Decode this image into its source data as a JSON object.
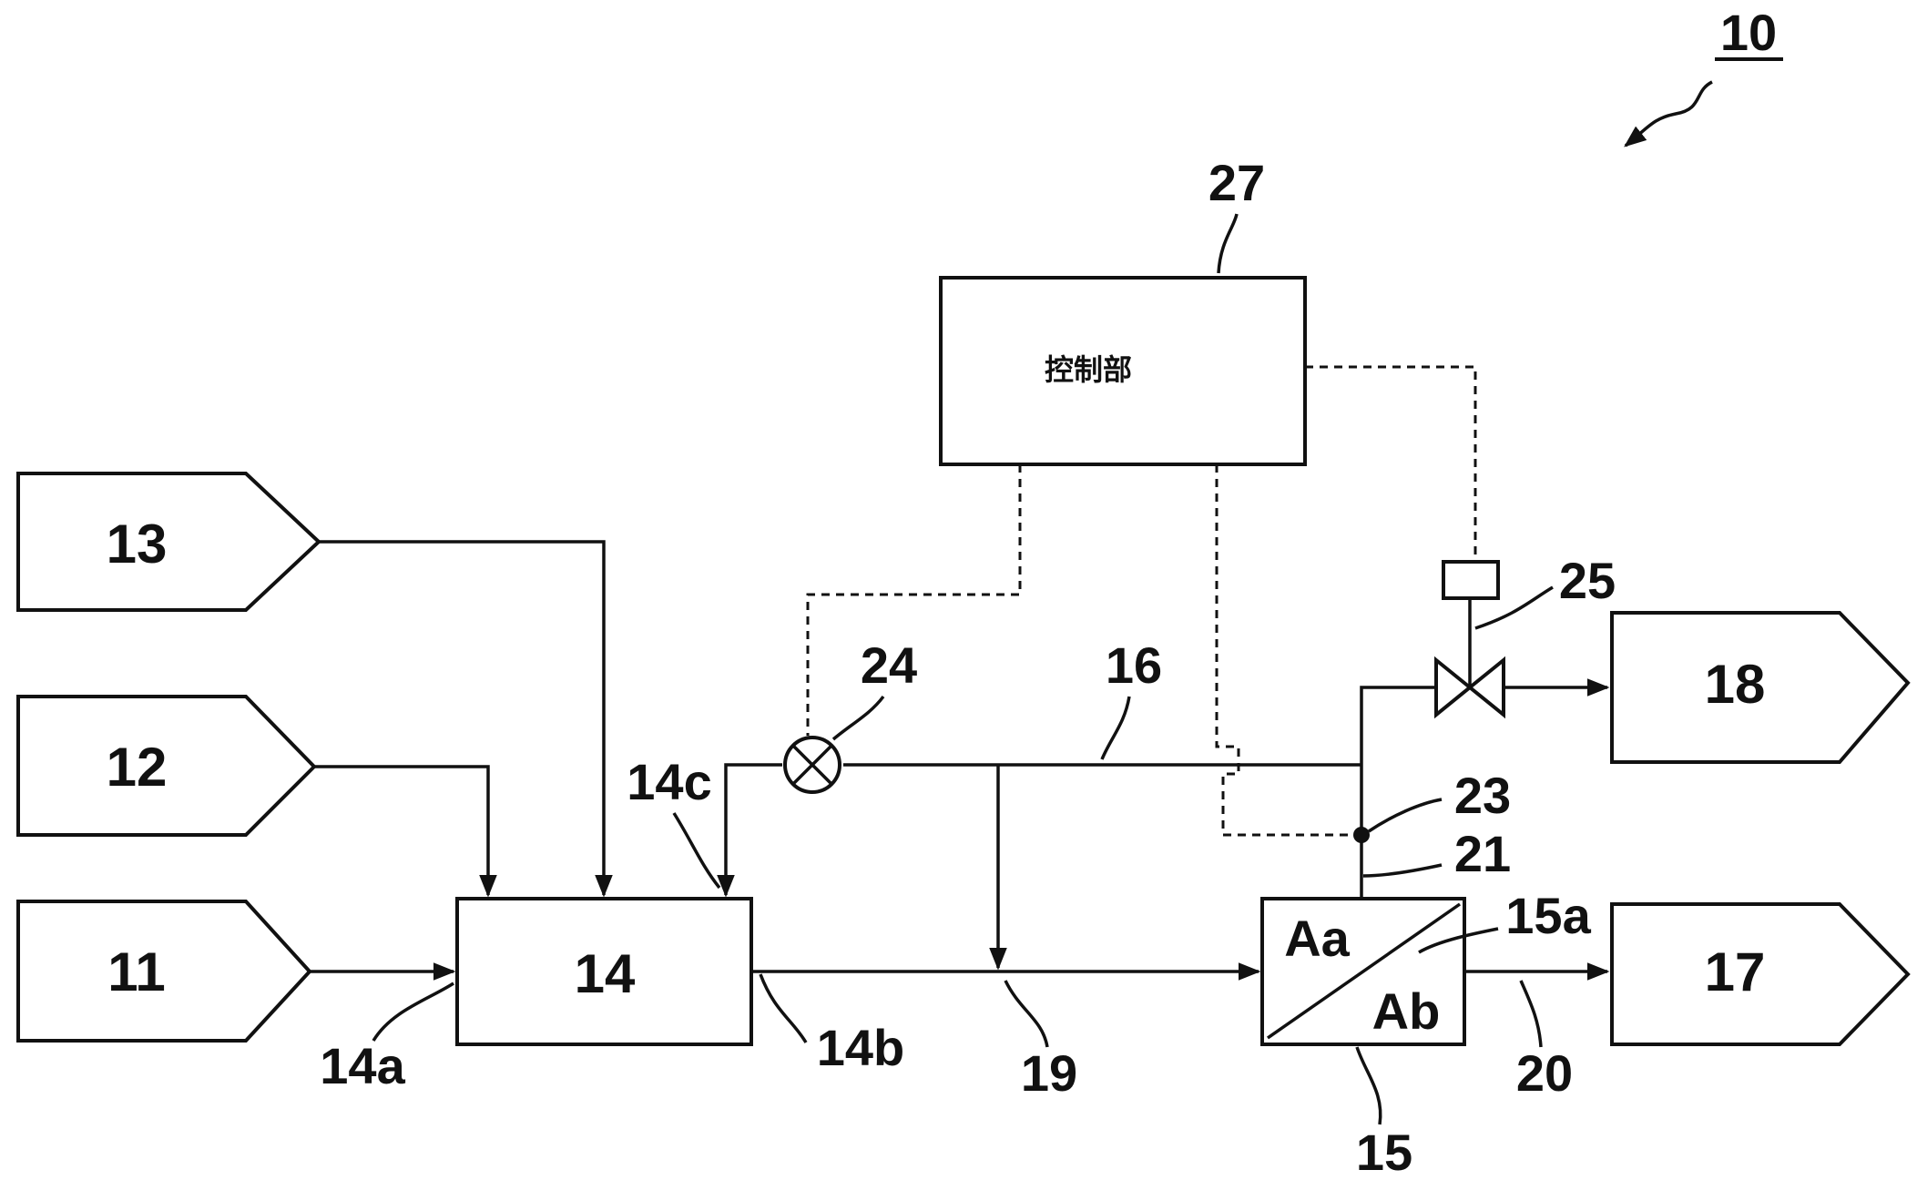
{
  "figure_number": "10",
  "sources": {
    "s13": "13",
    "s12": "12",
    "s11": "11"
  },
  "outputs": {
    "o18": "18",
    "o17": "17"
  },
  "unit14": {
    "label": "14",
    "inlet_a": "14a",
    "outlet_b": "14b",
    "inlet_c": "14c"
  },
  "membrane": {
    "ref": "15",
    "ref_a": "15a",
    "side_a": "Aa",
    "side_b": "Ab"
  },
  "controller": {
    "ref": "27",
    "label": "控制部"
  },
  "refs": {
    "line16": "16",
    "line19": "19",
    "line20": "20",
    "line21": "21",
    "sensor23": "23",
    "valve24": "24",
    "valve25": "25"
  }
}
